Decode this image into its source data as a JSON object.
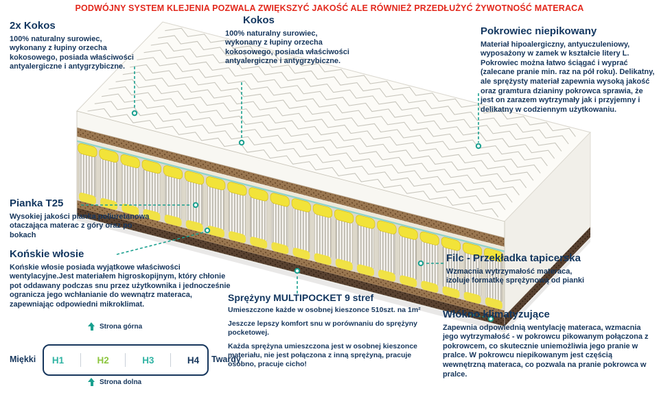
{
  "banner": {
    "text": "PODWÓJNY SYSTEM KLEJENIA POZWALA ZWIĘKSZYĆ JAKOŚĆ ALE RÓWNIEŻ PRZEDŁUŻYĆ ŻYWOTNOŚĆ MATERACA"
  },
  "annotations": {
    "kokos2x": {
      "title": "2x Kokos",
      "body": "100% naturalny surowiec, wykonany z łupiny orzecha kokosowego, posiada właściwości antyalergiczne i antygrzybiczne."
    },
    "kokos": {
      "title": "Kokos",
      "body": "100% naturalny surowiec, wykonany z łupiny orzecha kokosowego, posiada właściwości antyalergiczne i antygrzybiczne."
    },
    "pokrowiec": {
      "title": "Pokrowiec niepikowany",
      "body": "Materiał hipoalergiczny, antyuczuleniowy, wyposażony w zamek w kształcie litery L. Pokrowiec można łatwo ściągać i wyprać (zalecane pranie min. raz na pół roku). Delikatny, ale sprężysty materiał zapewnia wysoką jakość oraz gramtura dzianiny pokrowca sprawia, że jest on zarazem wytrzymały jak i przyjemny i delikatny w codziennym użytkowaniu."
    },
    "pianka": {
      "title": "Pianka T25",
      "body": "Wysokiej jakości pianka poliuretanowa otaczająca materac z góry oraz po bokach"
    },
    "wlosie": {
      "title": "Końskie włosie",
      "body": "Końskie włosie posiada wyjątkowe właściwości wentylacyjne.Jest materiałem higroskopijnym, który chłonie pot oddawany podczas snu przez użytkownika i jednocześnie ogranicza jego wchłanianie do wewnątrz materaca, zapewniając odpowiedni mikroklimat."
    },
    "filc": {
      "title": "Filc - Przekładka tapicerska",
      "body": "Wzmacnia wytrzymałość materaca, izoluje formatkę sprężynową od pianki"
    },
    "wlokno": {
      "title": "Włókno klimatyzujące",
      "body": "Zapewnia odpowiednią wentylację materaca, wzmacnia jego wytrzymałość - w pokrowcu pikowanym połączona z pokrowcem, co skutecznie uniemożliwia jego pranie w pralce. W pokrowcu niepikowanym jest częścią wewnętrzną materaca, co pozwala na pranie pokrowca w pralce."
    },
    "sprezyny": {
      "title": "Sprężyny MULTIPOCKET 9 stref",
      "body1": "Umieszczone każde w osobnej kieszonce 510szt. na 1m²",
      "body2": "Jeszcze lepszy komfort snu w porównaniu do sprężyny pocketowej.",
      "body3": "Każda sprężyna umieszczona jest w osobnej kieszonce materiału, nie jest połączona z inną sprężyną, pracuje osobno, pracuje cicho!"
    }
  },
  "scale": {
    "top": "Strona górna",
    "bottom": "Strona dolna",
    "soft": "Miękki",
    "hard": "Twardy",
    "levels": [
      "H1",
      "H2",
      "H3",
      "H4"
    ],
    "level_colors": [
      "#2fb3a3",
      "#8cc63e",
      "#2fb3a3",
      "#16365c"
    ]
  },
  "colors": {
    "accent_teal": "#1aa08f",
    "navy": "#16365c",
    "red": "#e2281c",
    "spring_yellow": "#f2e339"
  }
}
